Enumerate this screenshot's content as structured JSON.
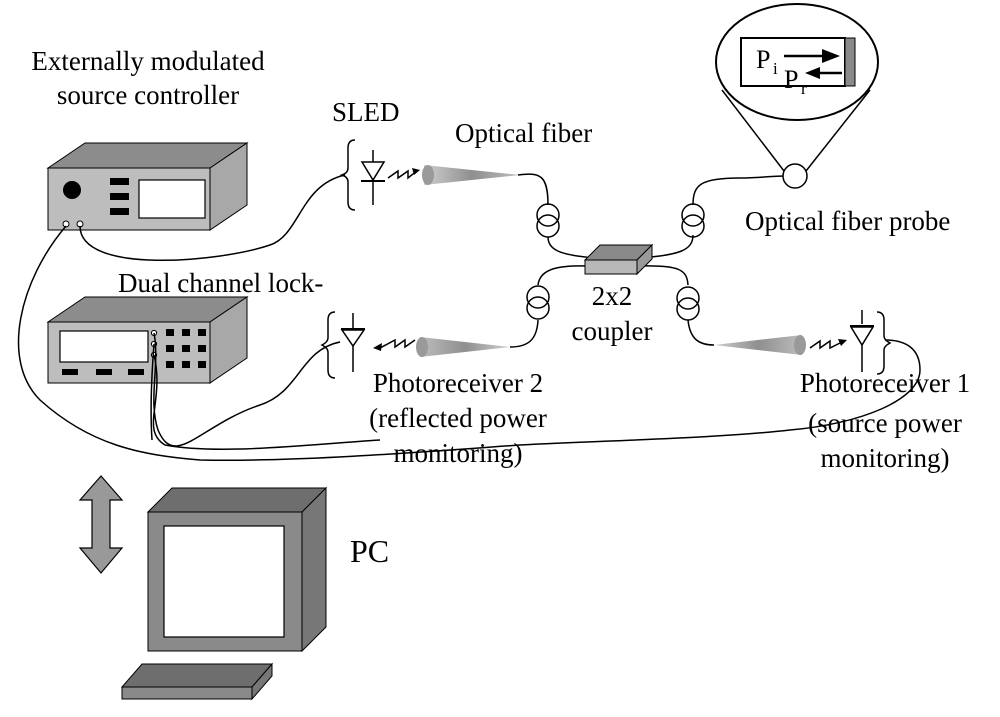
{
  "labels": {
    "controller_line1": "Externally modulated",
    "controller_line2": "source controller",
    "sled": "SLED",
    "optical_fiber": "Optical fiber",
    "fiber_probe": "Optical fiber probe",
    "lockin": "Dual channel lock-",
    "coupler_line1": "2x2",
    "coupler_line2": "coupler",
    "pr2_line1": "Photoreceiver 2",
    "pr2_line2": "(reflected power",
    "pr2_line3": "monitoring)",
    "pr1_line1": "Photoreceiver 1",
    "pr1_line2": "(source power",
    "pr1_line3": "monitoring)",
    "pc": "PC",
    "pi_symbol": "P",
    "pi_sub": "i",
    "pr_symbol": "P",
    "pr_sub": "r"
  },
  "colors": {
    "device_front": "#b8b8b8",
    "device_top": "#8c8c8c",
    "device_side": "#a0a0a0",
    "screen": "#ffffff",
    "dark": "#000000",
    "pc_face": "#8a8a8a",
    "pc_side": "#6e6e6e",
    "arrow_fill": "#999999",
    "beam": "#9a9a9a"
  }
}
